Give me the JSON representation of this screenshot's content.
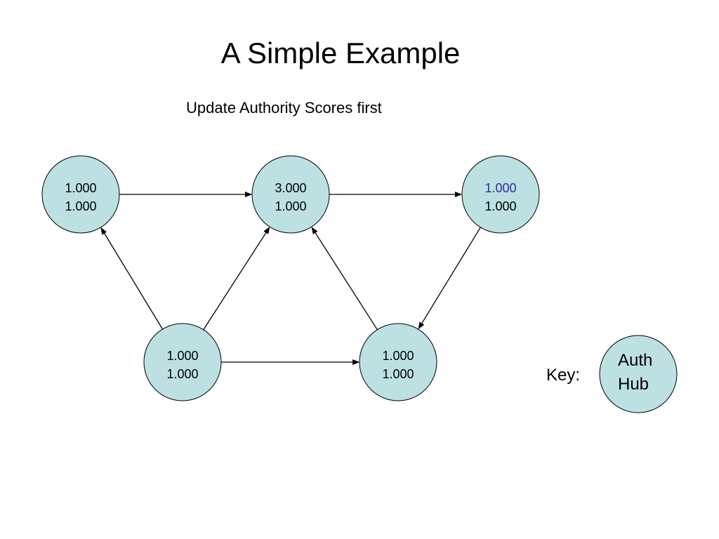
{
  "slide": {
    "title": "A Simple Example",
    "subtitle": "Update Authority Scores first"
  },
  "colors": {
    "node_fill": "#bde0e3",
    "node_stroke": "#000000",
    "text": "#000000",
    "highlight_text": "#2d2e9c",
    "edge": "#000000"
  },
  "nodes": [
    {
      "id": "top-left",
      "auth": "1.000",
      "hub": "1.000"
    },
    {
      "id": "top-middle",
      "auth": "3.000",
      "hub": "1.000"
    },
    {
      "id": "top-right",
      "auth": "1.000",
      "hub": "1.000",
      "auth_highlighted": true
    },
    {
      "id": "bottom-left",
      "auth": "1.000",
      "hub": "1.000"
    },
    {
      "id": "bottom-right",
      "auth": "1.000",
      "hub": "1.000"
    }
  ],
  "edges": [
    {
      "from": "top-left",
      "to": "top-middle"
    },
    {
      "from": "top-middle",
      "to": "top-right"
    },
    {
      "from": "bottom-left",
      "to": "top-left"
    },
    {
      "from": "bottom-left",
      "to": "top-middle"
    },
    {
      "from": "bottom-left",
      "to": "bottom-right"
    },
    {
      "from": "bottom-right",
      "to": "top-middle"
    },
    {
      "from": "top-right",
      "to": "bottom-right"
    }
  ],
  "key": {
    "label": "Key:",
    "auth_label": "Auth",
    "hub_label": "Hub"
  }
}
